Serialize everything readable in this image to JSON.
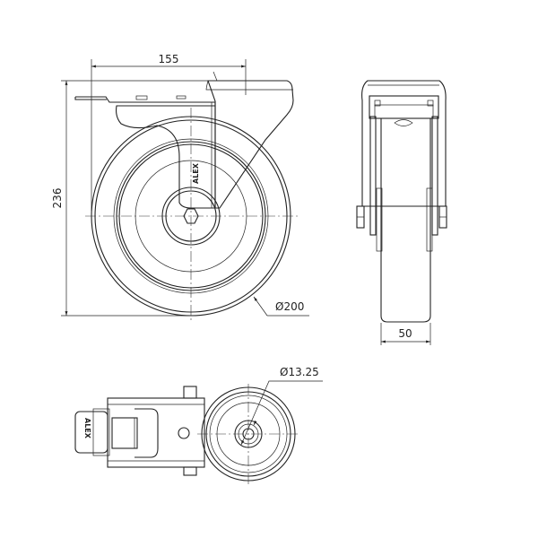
{
  "drawing": {
    "front_view": {
      "width_dim": "155",
      "height_dim": "236",
      "wheel_dia_dim": "Ø200",
      "logo": "ALEX"
    },
    "side_view": {
      "wheel_width_dim": "50"
    },
    "bottom_view": {
      "bore_dia_dim": "Ø13.25",
      "logo": "ALEX"
    },
    "line_color": "#222222"
  }
}
